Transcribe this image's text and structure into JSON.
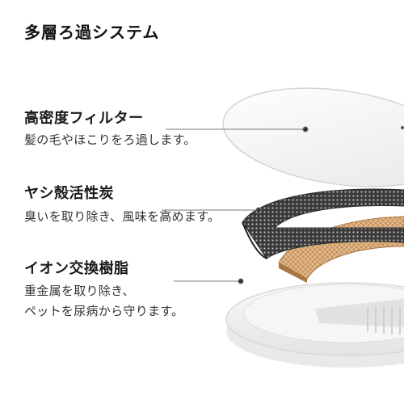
{
  "title": "多層ろ過システム",
  "layers": [
    {
      "heading": "高密度フィルター",
      "description": "髪の毛やほこりをろ過します。"
    },
    {
      "heading": "ヤシ殻活性炭",
      "description": "臭いを取り除き、風味を高めます。"
    },
    {
      "heading": "イオン交換樹脂",
      "description_lines": [
        "重金属を取り除き、",
        "ペットを尿病から守ります。"
      ]
    }
  ]
}
